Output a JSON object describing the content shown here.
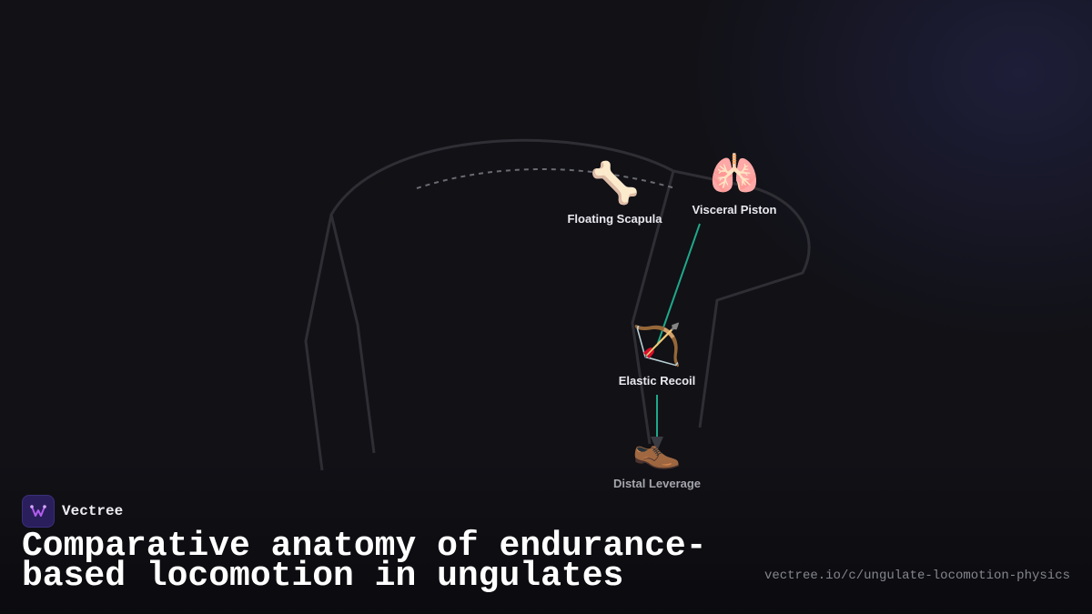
{
  "brand": {
    "name": "Vectree"
  },
  "title": "Comparative anatomy of endurance-based locomotion in ungulates",
  "url": "vectree.io/c/ungulate-locomotion-physics",
  "nodes": [
    {
      "id": "floating-scapula",
      "icon": "bone-icon",
      "emoji": "🦴",
      "label": "Floating Scapula"
    },
    {
      "id": "visceral-piston",
      "icon": "lungs-icon",
      "emoji": "🫁",
      "label": "Visceral Piston"
    },
    {
      "id": "elastic-recoil",
      "icon": "bow-and-arrow-icon",
      "emoji": "🏹",
      "label": "Elastic Recoil"
    },
    {
      "id": "distal-leverage",
      "icon": "shoe-icon",
      "emoji": "👞",
      "label": "Distal Leverage"
    }
  ],
  "edges": [
    {
      "from": "Visceral Piston",
      "to": "Elastic Recoil"
    },
    {
      "from": "Elastic Recoil",
      "to": "Distal Leverage"
    }
  ],
  "colors": {
    "background": "#111116",
    "edge": "#1fa88a",
    "outline": "#2e2e34",
    "logo_accent": "#b45cf0"
  }
}
